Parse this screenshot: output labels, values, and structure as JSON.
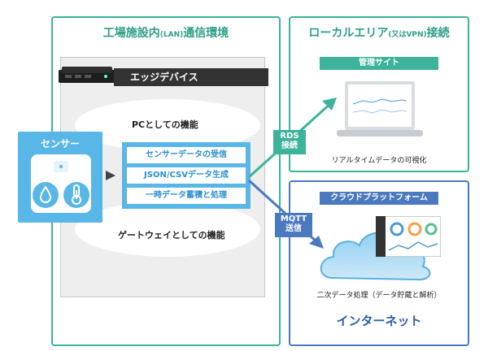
{
  "factory": {
    "title": "工場施設内",
    "title_small": "(LAN)",
    "title_tail": "通信環境"
  },
  "edge": {
    "label": "エッジデバイス",
    "pc_label": "PCとしての機能",
    "gateway_label": "ゲートウェイとしての機能"
  },
  "sensor": {
    "title": "センサー"
  },
  "functions": [
    "センサーデータの受信",
    "JSON/CSVデータ生成",
    "一時データ蓄積と処理"
  ],
  "local": {
    "title": "ローカルエリア",
    "title_small": "(又はVPN)",
    "title_tail": "接続",
    "header": "管理サイト",
    "caption": "リアルタイムデータの可視化"
  },
  "internet": {
    "header": "クラウドプラットフォーム",
    "caption": "二次データ処理（データ貯蔵と解析）",
    "title": "インターネット"
  },
  "badges": {
    "rds": [
      "RDS",
      "接続"
    ],
    "mqtt": [
      "MQTT",
      "送信"
    ]
  },
  "colors": {
    "green": "#3cb39a",
    "sky": "#59b7e8",
    "navy": "#2d5ea8",
    "dark": "#333333"
  }
}
